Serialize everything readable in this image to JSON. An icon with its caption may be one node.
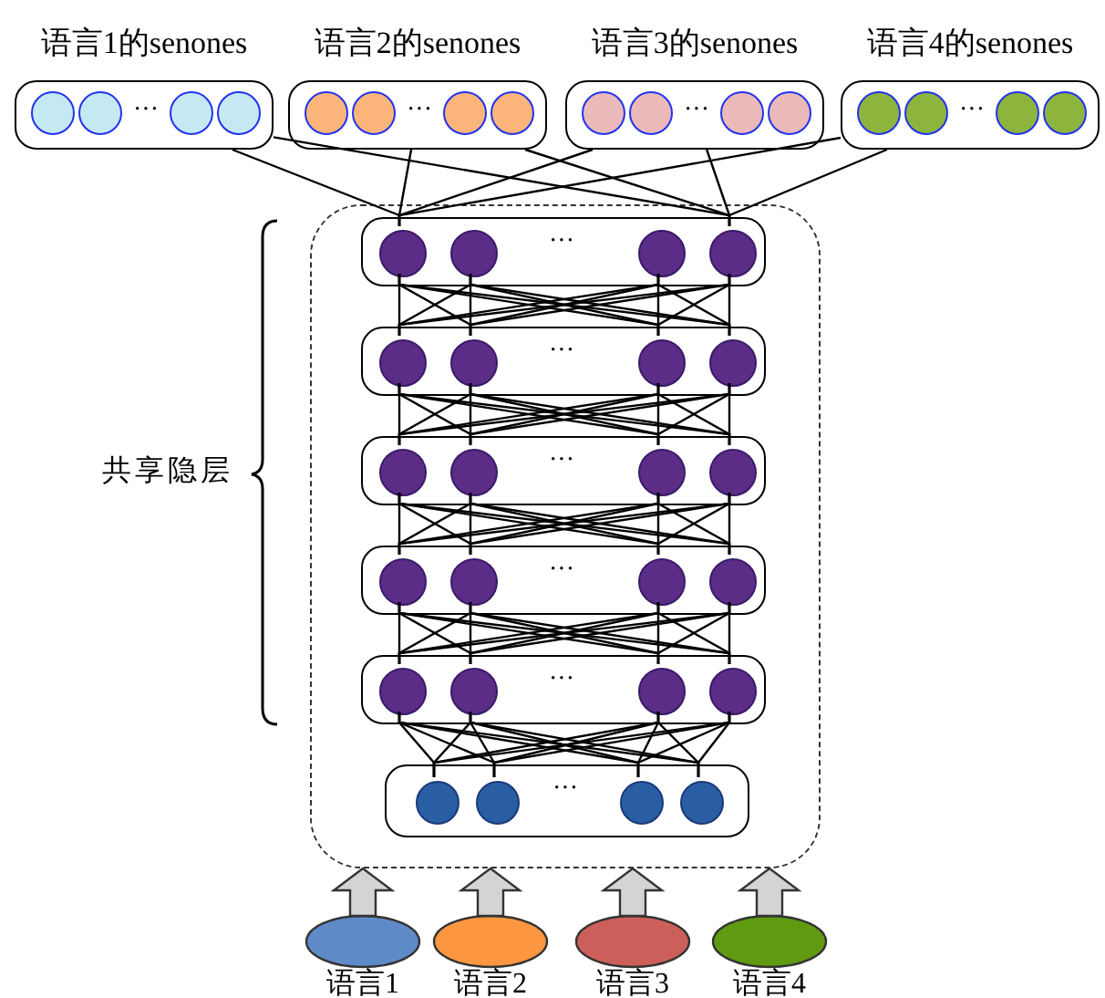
{
  "diagram": {
    "nodes": [
      {
        "text": [
          "语言1的senones",
          "···"
        ]
      },
      {
        "text": [],
        "shape": "circle",
        "in": 0
      },
      {
        "text": [],
        "shape": "circle",
        "in": 0
      },
      {
        "text": [],
        "shape": "circle",
        "in": 0
      },
      {
        "text": [],
        "shape": "circle",
        "in": 0
      },
      {
        "text": [
          "语言2的senones",
          "···"
        ]
      },
      {
        "text": [],
        "shape": "circle",
        "in": 5
      },
      {
        "text": [],
        "shape": "circle",
        "in": 5
      },
      {
        "text": [],
        "shape": "circle",
        "in": 5
      },
      {
        "text": [],
        "shape": "circle",
        "in": 5
      },
      {
        "text": [
          "语言3的senones",
          "···"
        ]
      },
      {
        "text": [],
        "shape": "circle",
        "in": 10
      },
      {
        "text": [],
        "shape": "circle",
        "in": 10
      },
      {
        "text": [],
        "shape": "circle",
        "in": 10
      },
      {
        "text": [],
        "shape": "circle",
        "in": 10
      },
      {
        "text": [
          "语言4的senones",
          "···"
        ]
      },
      {
        "text": [],
        "shape": "circle",
        "in": 15
      },
      {
        "text": [],
        "shape": "circle",
        "in": 15
      },
      {
        "text": [],
        "shape": "circle",
        "in": 15
      },
      {
        "text": [],
        "shape": "circle",
        "in": 15
      },
      {
        "text": [],
        "shape": "box"
      },
      {
        "text": [
          "···"
        ],
        "in": 20
      },
      {
        "text": [],
        "shape": "circle",
        "in": 21
      },
      {
        "text": [],
        "shape": "circle",
        "in": 21
      },
      {
        "text": [],
        "shape": "circle",
        "in": 21
      },
      {
        "text": [],
        "shape": "circle",
        "in": 21
      },
      {
        "text": [
          "···"
        ],
        "in": 20
      },
      {
        "text": [],
        "shape": "circle",
        "in": 26
      },
      {
        "text": [],
        "shape": "circle",
        "in": 26
      },
      {
        "text": [],
        "shape": "circle",
        "in": 26
      },
      {
        "text": [],
        "shape": "circle",
        "in": 26
      },
      {
        "text": [
          "···"
        ],
        "in": 20
      },
      {
        "text": [],
        "shape": "circle",
        "in": 31
      },
      {
        "text": [],
        "shape": "circle",
        "in": 31
      },
      {
        "text": [],
        "shape": "circle",
        "in": 31
      },
      {
        "text": [],
        "shape": "circle",
        "in": 31
      },
      {
        "text": [
          "···"
        ],
        "in": 20
      },
      {
        "text": [],
        "shape": "circle",
        "in": 36
      },
      {
        "text": [],
        "shape": "circle",
        "in": 36
      },
      {
        "text": [],
        "shape": "circle",
        "in": 36
      },
      {
        "text": [],
        "shape": "circle",
        "in": 36
      },
      {
        "text": [
          "···"
        ],
        "in": 20
      },
      {
        "text": [],
        "shape": "circle",
        "in": 41
      },
      {
        "text": [],
        "shape": "circle",
        "in": 41
      },
      {
        "text": [],
        "shape": "circle",
        "in": 41
      },
      {
        "text": [],
        "shape": "circle",
        "in": 41
      },
      {
        "text": [
          "···"
        ],
        "in": 20
      },
      {
        "text": [],
        "shape": "circle",
        "in": 46
      },
      {
        "text": [],
        "shape": "circle",
        "in": 46
      },
      {
        "text": [],
        "shape": "circle",
        "in": 46
      },
      {
        "text": [],
        "shape": "circle",
        "in": 46
      },
      {
        "text": [
          "语言1"
        ]
      },
      {
        "text": [
          "语言2"
        ]
      },
      {
        "text": [
          "语言3"
        ]
      },
      {
        "text": [
          "语言4"
        ]
      }
    ],
    "edges": [
      {
        "from": 0,
        "to": 22,
        "arrow": "none"
      },
      {
        "from": 0,
        "to": 25,
        "arrow": "none"
      },
      {
        "from": 5,
        "to": 22,
        "arrow": "none"
      },
      {
        "from": 5,
        "to": 25,
        "arrow": "none"
      },
      {
        "from": 10,
        "to": 22,
        "arrow": "none"
      },
      {
        "from": 10,
        "to": 25,
        "arrow": "none"
      },
      {
        "from": 15,
        "to": 22,
        "arrow": "none"
      },
      {
        "from": 15,
        "to": 25,
        "arrow": "none"
      },
      {
        "from": 22,
        "to": 27,
        "arrow": "none"
      },
      {
        "from": 22,
        "to": 28,
        "arrow": "none"
      },
      {
        "from": 22,
        "to": 29,
        "arrow": "none"
      },
      {
        "from": 22,
        "to": 30,
        "arrow": "none"
      },
      {
        "from": 23,
        "to": 27,
        "arrow": "none"
      },
      {
        "from": 23,
        "to": 28,
        "arrow": "none"
      },
      {
        "from": 23,
        "to": 29,
        "arrow": "none"
      },
      {
        "from": 23,
        "to": 30,
        "arrow": "none"
      },
      {
        "from": 24,
        "to": 27,
        "arrow": "none"
      },
      {
        "from": 24,
        "to": 28,
        "arrow": "none"
      },
      {
        "from": 24,
        "to": 29,
        "arrow": "none"
      },
      {
        "from": 24,
        "to": 30,
        "arrow": "none"
      },
      {
        "from": 25,
        "to": 27,
        "arrow": "none"
      },
      {
        "from": 25,
        "to": 28,
        "arrow": "none"
      },
      {
        "from": 25,
        "to": 29,
        "arrow": "none"
      },
      {
        "from": 25,
        "to": 30,
        "arrow": "none"
      },
      {
        "from": 27,
        "to": 32,
        "arrow": "none"
      },
      {
        "from": 27,
        "to": 33,
        "arrow": "none"
      },
      {
        "from": 27,
        "to": 34,
        "arrow": "none"
      },
      {
        "from": 27,
        "to": 35,
        "arrow": "none"
      },
      {
        "from": 28,
        "to": 32,
        "arrow": "none"
      },
      {
        "from": 28,
        "to": 33,
        "arrow": "none"
      },
      {
        "from": 28,
        "to": 34,
        "arrow": "none"
      },
      {
        "from": 28,
        "to": 35,
        "arrow": "none"
      },
      {
        "from": 29,
        "to": 32,
        "arrow": "none"
      },
      {
        "from": 29,
        "to": 33,
        "arrow": "none"
      },
      {
        "from": 29,
        "to": 34,
        "arrow": "none"
      },
      {
        "from": 29,
        "to": 35,
        "arrow": "none"
      },
      {
        "from": 30,
        "to": 32,
        "arrow": "none"
      },
      {
        "from": 30,
        "to": 33,
        "arrow": "none"
      },
      {
        "from": 30,
        "to": 34,
        "arrow": "none"
      },
      {
        "from": 30,
        "to": 35,
        "arrow": "none"
      },
      {
        "from": 32,
        "to": 37,
        "arrow": "none"
      },
      {
        "from": 32,
        "to": 38,
        "arrow": "none"
      },
      {
        "from": 32,
        "to": 39,
        "arrow": "none"
      },
      {
        "from": 32,
        "to": 40,
        "arrow": "none"
      },
      {
        "from": 33,
        "to": 37,
        "arrow": "none"
      },
      {
        "from": 33,
        "to": 38,
        "arrow": "none"
      },
      {
        "from": 33,
        "to": 39,
        "arrow": "none"
      },
      {
        "from": 33,
        "to": 40,
        "arrow": "none"
      },
      {
        "from": 34,
        "to": 37,
        "arrow": "none"
      },
      {
        "from": 34,
        "to": 38,
        "arrow": "none"
      },
      {
        "from": 34,
        "to": 39,
        "arrow": "none"
      },
      {
        "from": 34,
        "to": 40,
        "arrow": "none"
      },
      {
        "from": 35,
        "to": 37,
        "arrow": "none"
      },
      {
        "from": 35,
        "to": 38,
        "arrow": "none"
      },
      {
        "from": 35,
        "to": 39,
        "arrow": "none"
      },
      {
        "from": 35,
        "to": 40,
        "arrow": "none"
      },
      {
        "from": 37,
        "to": 42,
        "arrow": "none"
      },
      {
        "from": 37,
        "to": 43,
        "arrow": "none"
      },
      {
        "from": 37,
        "to": 44,
        "arrow": "none"
      },
      {
        "from": 37,
        "to": 45,
        "arrow": "none"
      },
      {
        "from": 38,
        "to": 42,
        "arrow": "none"
      },
      {
        "from": 38,
        "to": 43,
        "arrow": "none"
      },
      {
        "from": 38,
        "to": 44,
        "arrow": "none"
      },
      {
        "from": 38,
        "to": 45,
        "arrow": "none"
      },
      {
        "from": 39,
        "to": 42,
        "arrow": "none"
      },
      {
        "from": 39,
        "to": 43,
        "arrow": "none"
      },
      {
        "from": 39,
        "to": 44,
        "arrow": "none"
      },
      {
        "from": 39,
        "to": 45,
        "arrow": "none"
      },
      {
        "from": 40,
        "to": 42,
        "arrow": "none"
      },
      {
        "from": 40,
        "to": 43,
        "arrow": "none"
      },
      {
        "from": 40,
        "to": 44,
        "arrow": "none"
      },
      {
        "from": 40,
        "to": 45,
        "arrow": "none"
      },
      {
        "from": 42,
        "to": 47,
        "arrow": "none"
      },
      {
        "from": 42,
        "to": 48,
        "arrow": "none"
      },
      {
        "from": 42,
        "to": 49,
        "arrow": "none"
      },
      {
        "from": 42,
        "to": 50,
        "arrow": "none"
      },
      {
        "from": 43,
        "to": 47,
        "arrow": "none"
      },
      {
        "from": 43,
        "to": 48,
        "arrow": "none"
      },
      {
        "from": 43,
        "to": 49,
        "arrow": "none"
      },
      {
        "from": 43,
        "to": 50,
        "arrow": "none"
      },
      {
        "from": 44,
        "to": 47,
        "arrow": "none"
      },
      {
        "from": 44,
        "to": 48,
        "arrow": "none"
      },
      {
        "from": 44,
        "to": 49,
        "arrow": "none"
      },
      {
        "from": 44,
        "to": 50,
        "arrow": "none"
      },
      {
        "from": 45,
        "to": 47,
        "arrow": "none"
      },
      {
        "from": 45,
        "to": 48,
        "arrow": "none"
      },
      {
        "from": 45,
        "to": 49,
        "arrow": "none"
      },
      {
        "from": 45,
        "to": 50,
        "arrow": "none"
      },
      {
        "from": 51,
        "to": 20,
        "arrow": "to",
        "style": "thick"
      },
      {
        "from": 52,
        "to": 20,
        "arrow": "to",
        "style": "thick"
      },
      {
        "from": 53,
        "to": 20,
        "arrow": "to",
        "style": "thick"
      },
      {
        "from": 54,
        "to": 20,
        "arrow": "to",
        "style": "thick"
      }
    ],
    "labels": [
      "共享隐层"
    ]
  }
}
